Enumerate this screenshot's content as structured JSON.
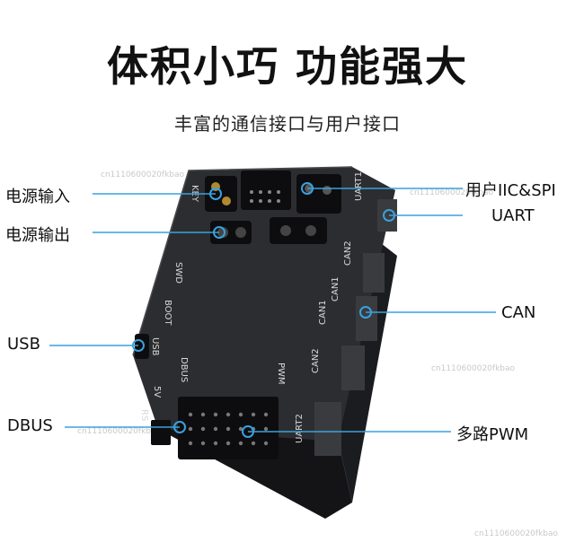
{
  "header": {
    "title": "体积小巧 功能强大",
    "subtitle": "丰富的通信接口与用户接口"
  },
  "callouts": {
    "power_in": "电源输入",
    "power_out": "电源输出",
    "usb": "USB",
    "dbus": "DBUS",
    "user_iic_spi": "用户IIC&SPI",
    "uart": "UART",
    "can": "CAN",
    "multi_pwm": "多路PWM"
  },
  "board_silkscreen": {
    "key": "KEY",
    "uart1": "UART1",
    "can2_top": "CAN2",
    "can1_a": "CAN1",
    "can1_b": "CAN1",
    "can2_bottom": "CAN2",
    "swd": "SWD",
    "boot": "BOOT",
    "usb": "USB",
    "dbus": "DBUS",
    "pwm": "PWM",
    "v5": "5V",
    "rs": "RS",
    "uart2": "UART2"
  },
  "watermark": "cn1110600020fkbao",
  "colors": {
    "leader_line": "#3aa1dd",
    "board_top": "#2c2d30",
    "board_side": "#141416",
    "connector": "#0d0d0f",
    "silkscreen": "#d9d9d9"
  }
}
